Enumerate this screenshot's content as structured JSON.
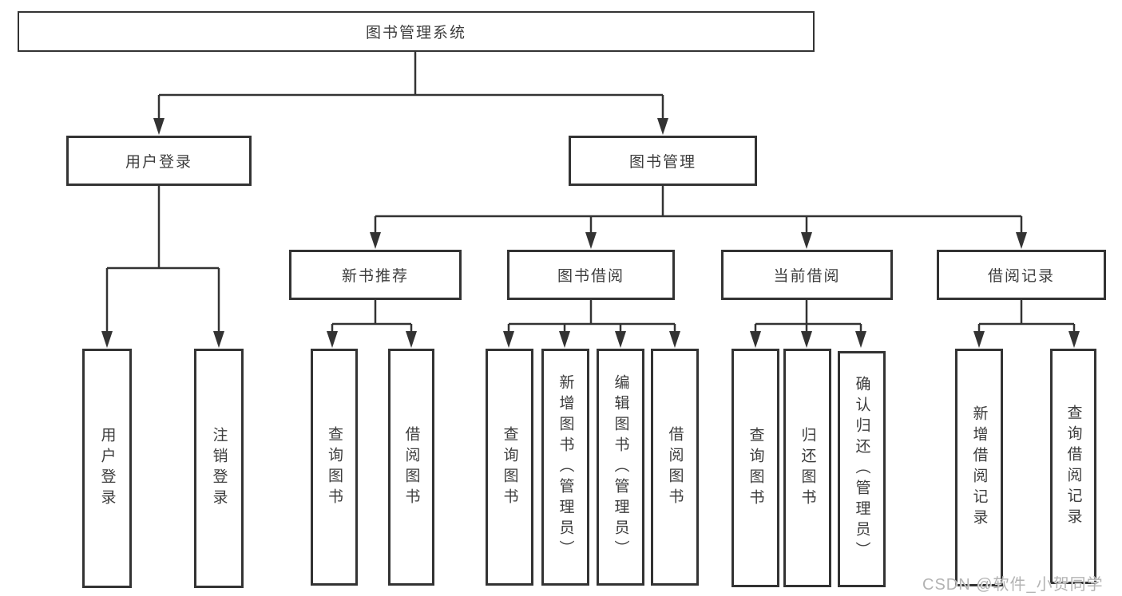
{
  "diagram": {
    "root": {
      "label": "图书管理系统"
    },
    "branches": [
      {
        "label": "用户登录",
        "children": [
          "用户登录",
          "注销登录"
        ]
      },
      {
        "label": "图书管理",
        "sections": [
          {
            "label": "新书推荐",
            "children": [
              "查询图书",
              "借阅图书"
            ]
          },
          {
            "label": "图书借阅",
            "children": [
              "查询图书",
              "新增图书（管理员）",
              "编辑图书（管理员）",
              "借阅图书"
            ]
          },
          {
            "label": "当前借阅",
            "children": [
              "查询图书",
              "归还图书",
              "确认归还（管理员）"
            ]
          },
          {
            "label": "借阅记录",
            "children": [
              "新增借阅记录",
              "查询借阅记录"
            ]
          }
        ]
      }
    ]
  },
  "watermark": {
    "text": "CSDN @软件_小贺同学"
  },
  "colors": {
    "line": "#333333",
    "box_border": "#333333",
    "text": "#3d3d3d",
    "box_background": "#ffffff",
    "watermark": "#b3b3b3",
    "page_background": "#ffffff"
  }
}
